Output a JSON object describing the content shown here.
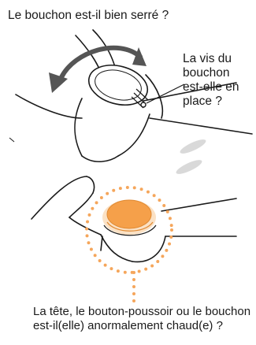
{
  "top_question": "Le bouchon est-il bien serré ?",
  "screw_question": {
    "lines": [
      "La vis du",
      "bouchon",
      "est-elle en",
      "place ?"
    ]
  },
  "bottom_question": {
    "lines": [
      "La tête, le bouton-poussoir ou le bouchon",
      "est-il(elle) anormalement chaud(e) ?"
    ]
  },
  "colors": {
    "line": "#1a1a1a",
    "highlight_orange": "#f5a04a",
    "highlight_inner": "#f7b060",
    "dots_orange": "#f5a65b",
    "shadow_gray": "#d9d9d9"
  }
}
